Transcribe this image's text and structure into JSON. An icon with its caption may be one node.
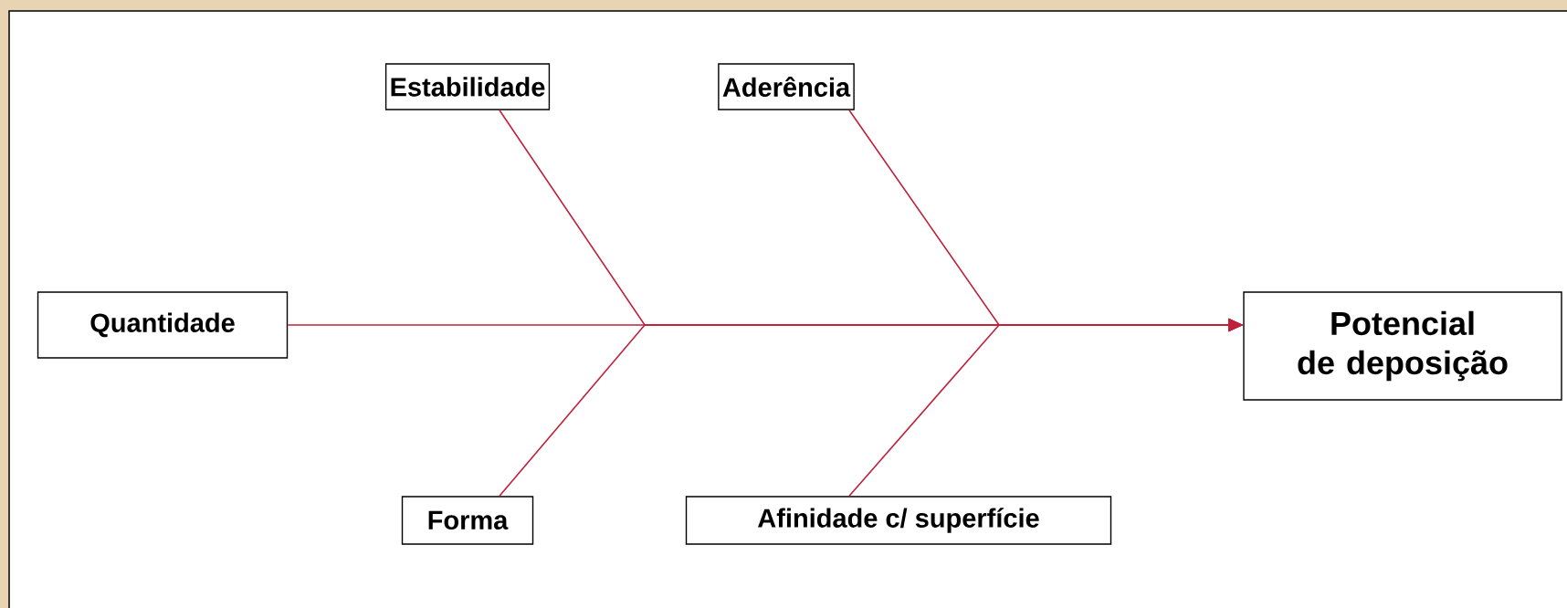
{
  "diagram": {
    "nodes": [
      {
        "text": [
          "Estabilidade"
        ]
      },
      {
        "text": [
          "Aderência"
        ]
      },
      {
        "text": [
          "Quantidade"
        ]
      },
      {
        "text": [
          "Potencial de deposição"
        ]
      },
      {
        "text": [
          "Forma"
        ]
      },
      {
        "text": [
          "Afinidade c/ superfície"
        ]
      }
    ],
    "edges": [
      {
        "from": 2,
        "to": 3,
        "arrow": "to"
      },
      {
        "from": 0,
        "to": 3,
        "arrow": "to"
      },
      {
        "from": 4,
        "to": 3,
        "arrow": "to"
      },
      {
        "from": 1,
        "to": 3,
        "arrow": "to"
      },
      {
        "from": 5,
        "to": 3,
        "arrow": "to"
      }
    ]
  }
}
